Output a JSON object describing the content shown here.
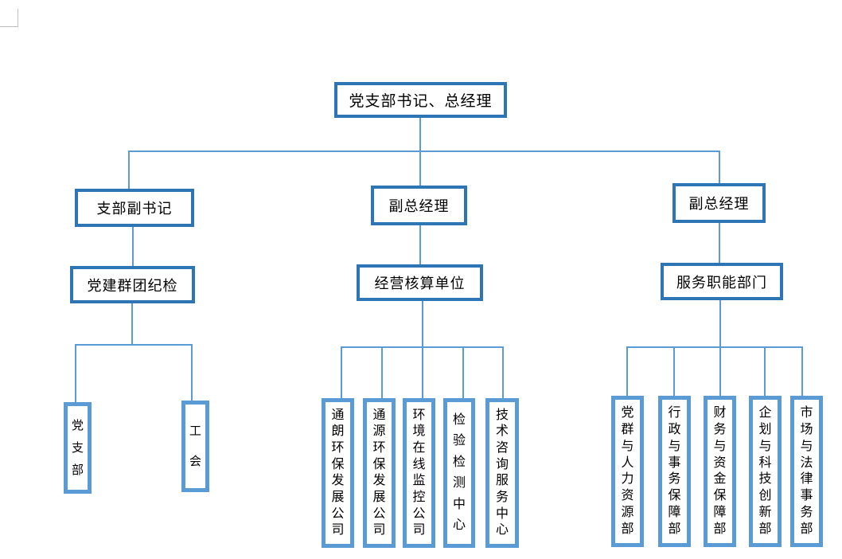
{
  "org": {
    "root": {
      "label": "党支部书记、总经理"
    },
    "branches": [
      {
        "manager": {
          "label": "支部副书记"
        },
        "division": {
          "label": "党建群团纪检"
        },
        "units": [
          {
            "label": "党支部"
          },
          {
            "label": "工会"
          }
        ]
      },
      {
        "manager": {
          "label": "副总经理"
        },
        "division": {
          "label": "经营核算单位"
        },
        "units": [
          {
            "label": "通朗环保发展公司"
          },
          {
            "label": "通源环保发展公司"
          },
          {
            "label": "环境在线监控公司"
          },
          {
            "label": "检验检测中心"
          },
          {
            "label": "技术咨询服务中心"
          }
        ]
      },
      {
        "manager": {
          "label": "副总经理"
        },
        "division": {
          "label": "服务职能部门"
        },
        "units": [
          {
            "label": "党群与人力资源部"
          },
          {
            "label": "行政与事务保障部"
          },
          {
            "label": "财务与资金保障部"
          },
          {
            "label": "企划与科技创新部"
          },
          {
            "label": "市场与法律事务部"
          }
        ]
      }
    ]
  },
  "colors": {
    "border_dark": "#2E75B6",
    "border_light": "#5B9BD5",
    "line": "#5B9BD5",
    "cropmark": "#BFBFBF"
  }
}
